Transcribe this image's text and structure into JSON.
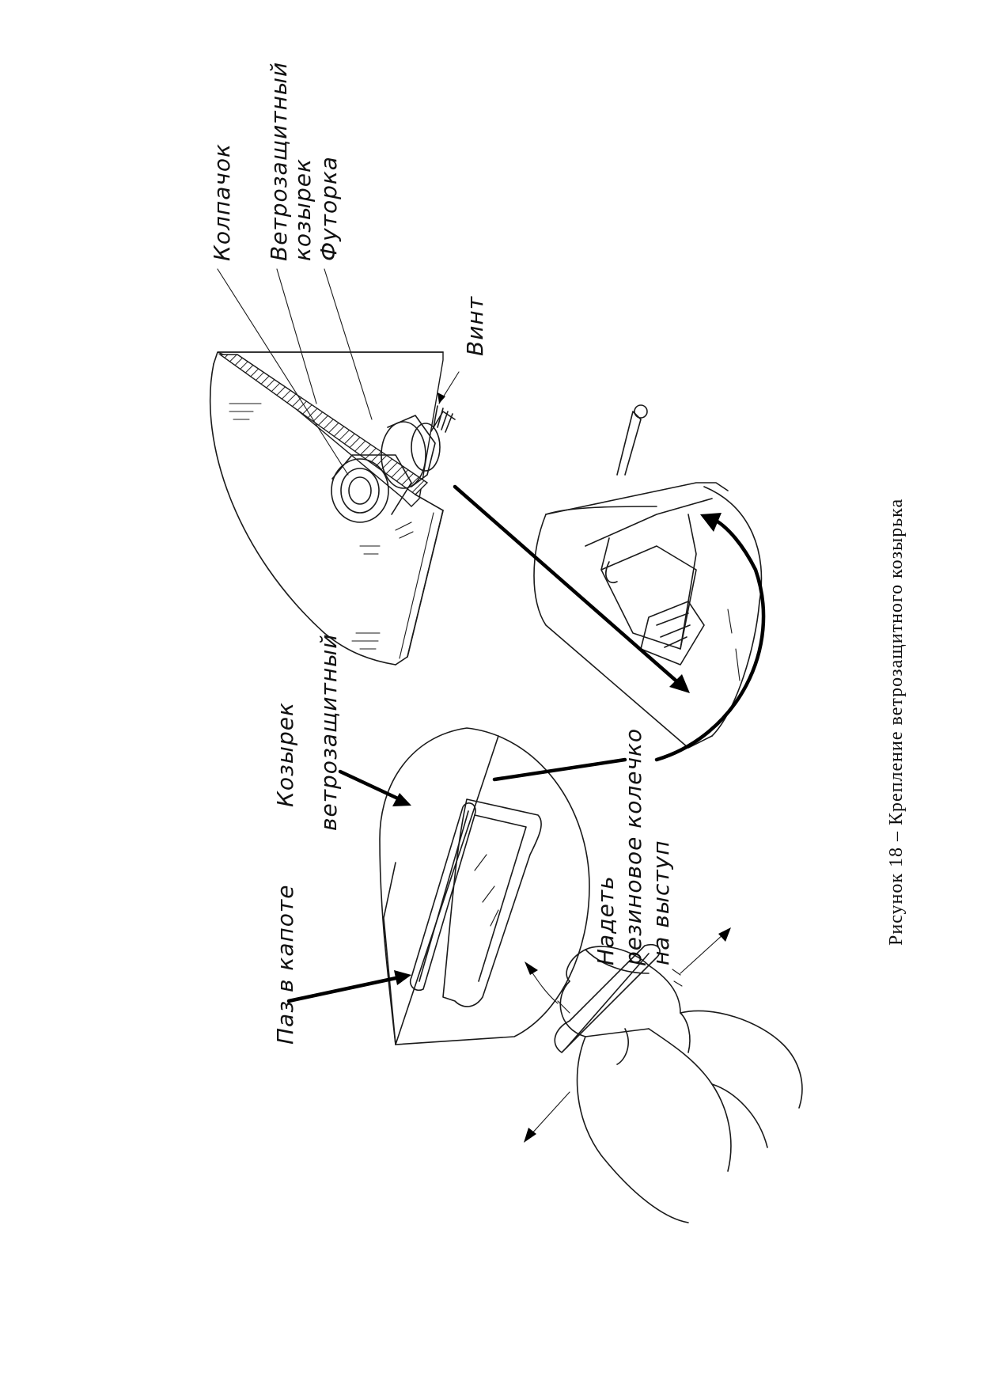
{
  "caption": "Рисунок 18 – Крепление ветрозащитного козырька",
  "labels": {
    "kolpachok": "Колпачок",
    "vetrozashchitny_1": "Ветрозащитный",
    "kozyrek_1": "козырек",
    "futorka": "Футорка",
    "vint": "Винт",
    "kozyrek_2": "Козырек",
    "vetrozashchitny_2": "ветрозащитный",
    "paz_v_kapote": "Паз в капоте",
    "nadet": "Надеть",
    "rezinovoe_kolechko": "резиновое колечко",
    "na_vystup": "на выступ"
  }
}
